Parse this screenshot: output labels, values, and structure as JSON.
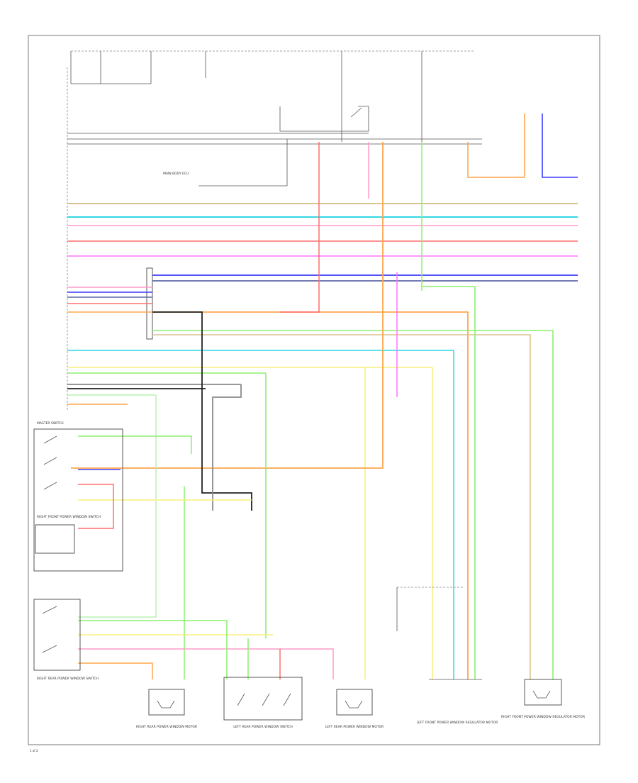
{
  "colors": {
    "tan": "#d8c490",
    "cyan": "#33d7e6",
    "pink": "#ff9ac8",
    "red": "#ff6f6f",
    "magenta": "#ff74ff",
    "blue": "#3b3bff",
    "slate": "#5f6aa8",
    "orange": "#ffa64d",
    "green": "#8cf06e",
    "ltgreen": "#b8f4b0",
    "yellow": "#f7f07a",
    "gray": "#8a8a8a",
    "black": "#222222",
    "frame": "#777777"
  },
  "labels": {
    "control_unit": "MAIN BODY ECU",
    "mode_switch": "MASTER SWITCH",
    "rf_switch": "RIGHT FRONT POWER WINDOW SWITCH",
    "rr_switch": "RIGHT REAR POWER WINDOW SWITCH",
    "lr_switch": "LEFT REAR POWER WINDOW SWITCH",
    "rr_motor": "RIGHT REAR POWER WINDOW MOTOR",
    "lr_motor": "LEFT REAR POWER WINDOW MOTOR",
    "lf_regulator": "LEFT FRONT POWER WINDOW REGULATOR MOTOR",
    "rf_regulator": "RIGHT FRONT POWER WINDOW REGULATOR MOTOR",
    "figure_no": "1 of 2"
  }
}
